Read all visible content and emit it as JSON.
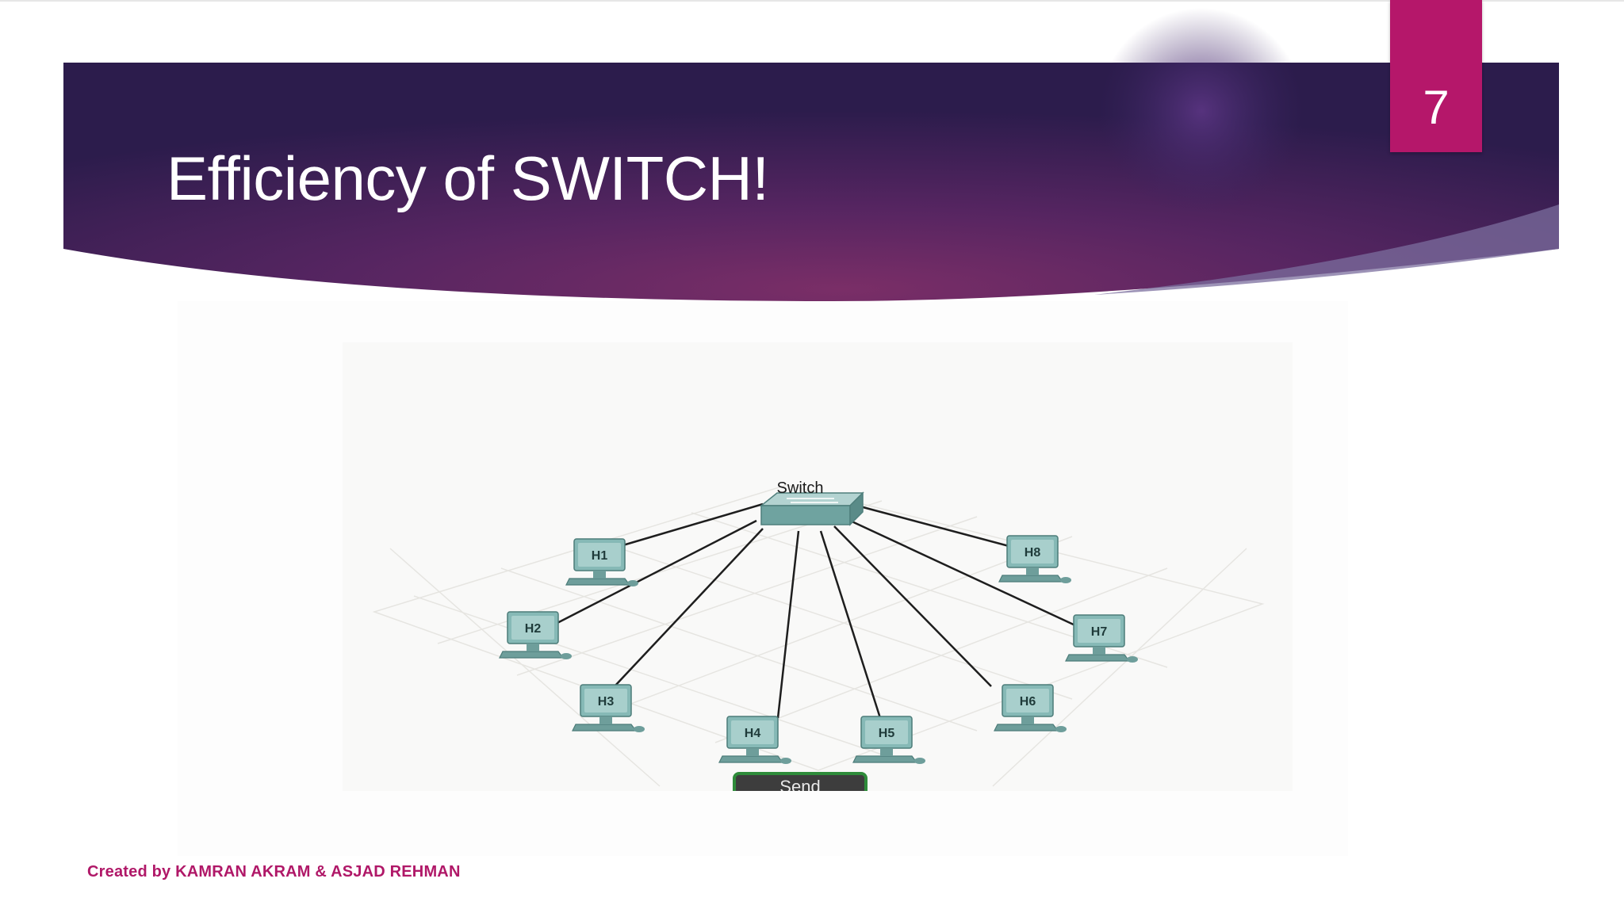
{
  "slide": {
    "title": "Efficiency of SWITCH!",
    "number": "7",
    "footer": "Created by KAMRAN AKRAM & ASJAD REHMAN"
  },
  "diagram": {
    "switch_label": "Switch",
    "hosts": [
      "H1",
      "H2",
      "H3",
      "H4",
      "H5",
      "H6",
      "H7",
      "H8"
    ],
    "send_button_label": "Send"
  },
  "colors": {
    "banner_dark": "#3a1f5a",
    "banner_light": "#6e2b64",
    "number_badge": "#b5176a",
    "footer_text": "#b01868",
    "device_teal": "#7fb3b1"
  }
}
